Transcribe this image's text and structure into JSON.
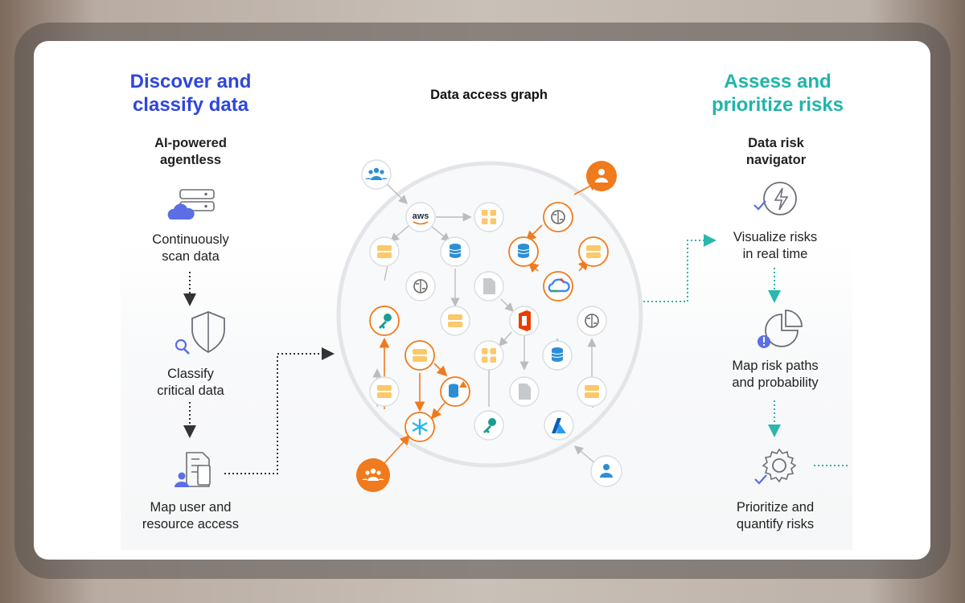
{
  "left": {
    "title_line1": "Discover and",
    "title_line2": "classify data",
    "subtitle_line1": "AI-powered",
    "subtitle_line2": "agentless",
    "steps": [
      {
        "line1": "Continuously",
        "line2": "scan data",
        "icon": "cloud-server-icon"
      },
      {
        "line1": "Classify",
        "line2": "critical data",
        "icon": "shield-search-icon"
      },
      {
        "line1": "Map user and",
        "line2": "resource access",
        "icon": "user-document-icon"
      }
    ]
  },
  "center": {
    "title": "Data access graph",
    "aws_label": "aws"
  },
  "right": {
    "title_line1": "Assess and",
    "title_line2": "prioritize risks",
    "subtitle_line1": "Data risk",
    "subtitle_line2": "navigator",
    "steps": [
      {
        "line1": "Visualize risks",
        "line2": "in real time",
        "icon": "lightning-check-icon"
      },
      {
        "line1": "Map risk paths",
        "line2": "and probability",
        "icon": "pie-chart-alert-icon"
      },
      {
        "line1": "Prioritize and",
        "line2": "quantify risks",
        "icon": "gear-check-icon"
      }
    ]
  },
  "colors": {
    "left_accent": "#2f47d9",
    "right_accent": "#1fb5a7",
    "orange": "#f07a1c",
    "blue_icon": "#2b8fd6",
    "teal_icon": "#1a9c93",
    "node_fill": "#fde7b8",
    "dotted_teal": "#2bb7ac"
  }
}
